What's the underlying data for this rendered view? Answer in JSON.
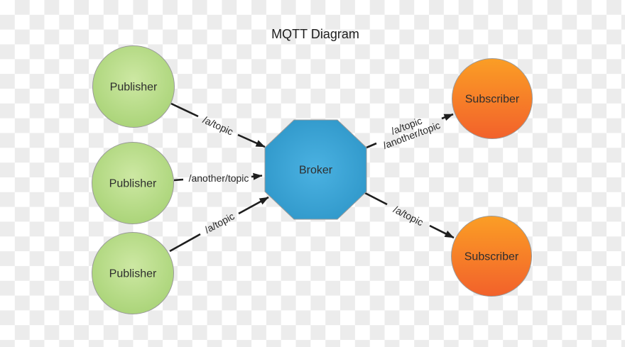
{
  "title": "MQTT Diagram",
  "nodes": {
    "publisher1": {
      "label": "Publisher"
    },
    "publisher2": {
      "label": "Publisher"
    },
    "publisher3": {
      "label": "Publisher"
    },
    "broker": {
      "label": "Broker"
    },
    "subscriber1": {
      "label": "Subscriber"
    },
    "subscriber2": {
      "label": "Subscriber"
    }
  },
  "edges": {
    "pub1_to_broker": {
      "label": "/a/topic"
    },
    "pub2_to_broker": {
      "label": "/another/topic"
    },
    "pub3_to_broker": {
      "label": "/a/topic"
    },
    "broker_to_sub1": {
      "label_line1": "/a/topic",
      "label_line2": "/another/topic"
    },
    "broker_to_sub2": {
      "label": "/a/topic"
    }
  },
  "colors": {
    "publisher_gradient_center": "#cde8a3",
    "publisher_gradient_edge": "#a5d172",
    "subscriber_gradient_top": "#fb9e25",
    "subscriber_gradient_bottom": "#f2612b",
    "broker_gradient_center": "#4bb2e2",
    "broker_gradient_edge": "#2e96c8",
    "arrow": "#1e1e1e"
  }
}
